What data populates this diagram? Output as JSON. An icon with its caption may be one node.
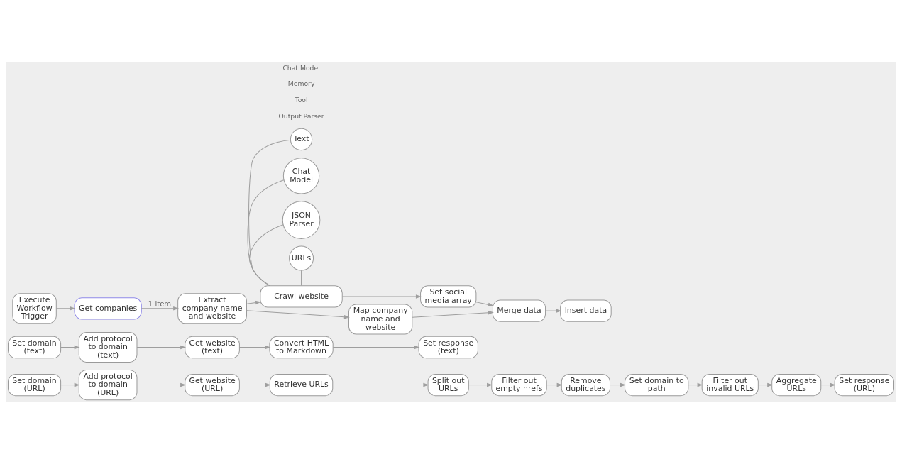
{
  "diagram": {
    "nodes": [
      {
        "text": [
          "Execute Workflow Trigger"
        ]
      },
      {
        "text": [
          "Get companies"
        ]
      },
      {
        "text": [
          "Extract company name and website"
        ]
      },
      {
        "text": [
          "Map company name and website"
        ]
      },
      {
        "text": [
          "Crawl website"
        ]
      },
      {
        "text": [
          "Set social media array"
        ]
      },
      {
        "text": [
          "Merge data"
        ]
      },
      {
        "text": [
          "Insert data"
        ]
      },
      {
        "text": [
          "Chat Model"
        ]
      },
      {
        "text": [
          "Text"
        ]
      },
      {
        "text": [
          "URLs"
        ]
      },
      {
        "text": [
          "JSON Parser"
        ]
      },
      {
        "text": [
          "Set domain (text)"
        ]
      },
      {
        "text": [
          "Add protocol to domain (text)"
        ]
      },
      {
        "text": [
          "Get website (text)"
        ]
      },
      {
        "text": [
          "Convert HTML to Markdown"
        ]
      },
      {
        "text": [
          "Set response (text)"
        ]
      },
      {
        "text": [
          "Set domain (URL)"
        ]
      },
      {
        "text": [
          "Add protocol to domain (URL)"
        ]
      },
      {
        "text": [
          "Get website (URL)"
        ]
      },
      {
        "text": [
          "Retrieve URLs"
        ]
      },
      {
        "text": [
          "Split out URLs"
        ]
      },
      {
        "text": [
          "Filter out empty hrefs"
        ]
      },
      {
        "text": [
          "Remove duplicates"
        ]
      },
      {
        "text": [
          "Set domain to path"
        ]
      },
      {
        "text": [
          "Filter out invalid URLs"
        ]
      },
      {
        "text": [
          "Aggregate URLs"
        ]
      },
      {
        "text": [
          "Set response (URL)"
        ]
      }
    ],
    "edges": [
      {
        "from": 0,
        "to": 1,
        "arrow": "to"
      },
      {
        "from": 1,
        "to": 2,
        "arrow": "to",
        "label": "1 item"
      },
      {
        "from": 2,
        "to": 3,
        "arrow": "to"
      },
      {
        "from": 2,
        "to": 4,
        "arrow": "to"
      },
      {
        "from": 3,
        "to": 6,
        "arrow": "to"
      },
      {
        "from": 4,
        "to": 5,
        "arrow": "to"
      },
      {
        "from": 5,
        "to": 6,
        "arrow": "to"
      },
      {
        "from": 6,
        "to": 7,
        "arrow": "to"
      },
      {
        "from": 8,
        "to": 4,
        "arrow": "none"
      },
      {
        "from": 9,
        "to": 4,
        "arrow": "none"
      },
      {
        "from": 10,
        "to": 4,
        "arrow": "none"
      },
      {
        "from": 11,
        "to": 4,
        "arrow": "none"
      },
      {
        "from": 12,
        "to": 13,
        "arrow": "to"
      },
      {
        "from": 13,
        "to": 14,
        "arrow": "to"
      },
      {
        "from": 14,
        "to": 15,
        "arrow": "to"
      },
      {
        "from": 15,
        "to": 16,
        "arrow": "to"
      },
      {
        "from": 17,
        "to": 18,
        "arrow": "to"
      },
      {
        "from": 18,
        "to": 19,
        "arrow": "to"
      },
      {
        "from": 19,
        "to": 20,
        "arrow": "to"
      },
      {
        "from": 20,
        "to": 21,
        "arrow": "to"
      },
      {
        "from": 21,
        "to": 22,
        "arrow": "to"
      },
      {
        "from": 22,
        "to": 23,
        "arrow": "to"
      },
      {
        "from": 23,
        "to": 24,
        "arrow": "to"
      },
      {
        "from": 24,
        "to": 25,
        "arrow": "to"
      },
      {
        "from": 25,
        "to": 26,
        "arrow": "to"
      },
      {
        "from": 26,
        "to": 27,
        "arrow": "to"
      }
    ],
    "labels": [
      "Chat Model",
      "Memory",
      "Tool",
      "Output Parser"
    ]
  }
}
